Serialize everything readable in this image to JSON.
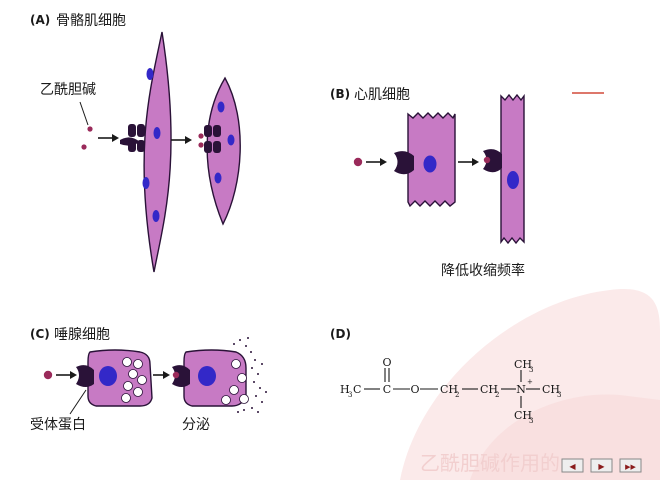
{
  "panels": {
    "a": {
      "letter": "(A)",
      "title": "骨骼肌细胞",
      "ligand": "乙酰胆碱"
    },
    "b": {
      "letter": "(B)",
      "title": "心肌细胞",
      "effect": "降低收缩频率"
    },
    "c": {
      "letter": "(C)",
      "title": "唾腺细胞",
      "receptor": "受体蛋白",
      "effect": "分泌"
    },
    "d": {
      "letter": "(D)",
      "h3c": "H",
      "h3c_sub": "3",
      "h3c_c": "C",
      "c": "C",
      "o_top": "O",
      "o_mid": "O",
      "ch2a": "CH",
      "ch2a_sub": "2",
      "ch2b": "CH",
      "ch2b_sub": "2",
      "n": "N",
      "plus": "+",
      "ch3": "CH",
      "ch3_sub": "3"
    }
  },
  "faded_caption": "乙酰胆碱作用的",
  "nav": {
    "prev": "◀",
    "next": "▶",
    "end": "▶▶"
  },
  "colors": {
    "cell": "#c77ac4",
    "nucleus": "#3328c8",
    "receptor": "#2a1238",
    "ligand": "#9a2a5a",
    "bg_blob": "#fde7e7"
  }
}
